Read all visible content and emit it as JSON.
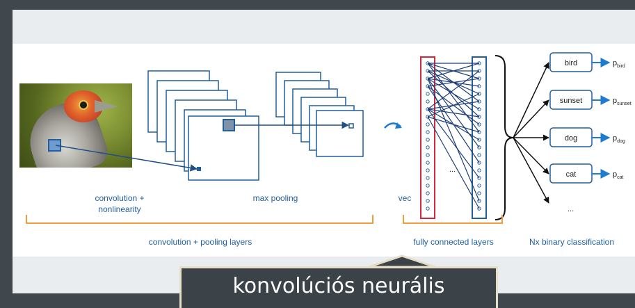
{
  "labels": {
    "conv_line1": "convolution +",
    "conv_line2": "nonlinearity",
    "max_pooling": "max pooling",
    "vec": "vec",
    "conv_pool_layers": "convolution + pooling layers",
    "fully_connected": "fully connected layers",
    "nx_binary": "Nx binary classification",
    "dots": "...",
    "ellipsis": "..."
  },
  "classes": [
    {
      "name": "bird",
      "prob_base": "p",
      "prob_sub": "bird"
    },
    {
      "name": "sunset",
      "prob_base": "p",
      "prob_sub": "sunset"
    },
    {
      "name": "dog",
      "prob_base": "p",
      "prob_sub": "dog"
    },
    {
      "name": "cat",
      "prob_base": "p",
      "prob_sub": "cat"
    }
  ],
  "caption": "konvolúciós neurális",
  "colors": {
    "blue": "#1f5f9e",
    "red": "#d6263b",
    "orange": "#f39a3a",
    "title_bg": "#3c4348"
  }
}
